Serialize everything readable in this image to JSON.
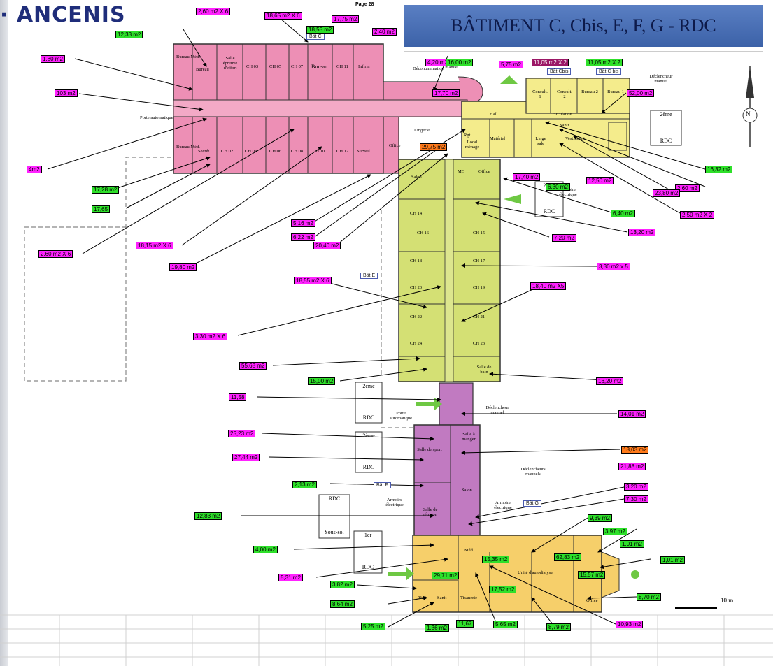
{
  "logo": "· ANCENIS",
  "page_number": "Page 28",
  "title": "BÂTIMENT C, Cbis, E, F, G - RDC",
  "scale_label": "10 m",
  "compass": "N",
  "building_tags": {
    "bat_c": "Bât C",
    "bat_cbis": "Bât Cbis",
    "bat_c_bis2": "Bât C bis",
    "bat_e": "Bât E",
    "bat_f": "Bât F",
    "bat_g": "Bât G"
  },
  "floor_badges": {
    "b1": {
      "top": "2ème",
      "bottom": "RDC"
    },
    "b2": {
      "top": "2ème",
      "bottom": "RDC"
    },
    "b3": {
      "top": "2ème",
      "bottom": "RDC"
    },
    "b4": {
      "top": "2ème",
      "bottom": "RDC"
    },
    "b5": {
      "top": "RDC",
      "bottom": "Sous-sol"
    },
    "b6": {
      "top": "1er",
      "bottom": "RDC"
    }
  },
  "rooms": {
    "bureau_med": "Bureau Méd.",
    "bureau1": "Bureau",
    "salle_effort": "Salle épreuve d'effort",
    "ch03": "CH 03",
    "ch05": "CH 05",
    "ch07": "CH 07",
    "bureau2": "Bureau",
    "ch11": "CH 11",
    "infirm": "Infirm",
    "decontam": "Décontamination",
    "porte_auto1": "Porte automatique",
    "bureau_med2": "Bureau Méd.",
    "secret": "Secrét.",
    "ch02": "CH 02",
    "ch04": "CH 04",
    "ch06": "CH 06",
    "ch08": "CH 08",
    "ch10": "CH 10",
    "ch12": "CH 12",
    "surveil": "Surveil",
    "lingerie": "Lingerie",
    "office1": "Office",
    "rgt": "Rgt",
    "local_menage": "Local ménage",
    "consult1": "Consult. 1",
    "consult2": "Consult. 2",
    "bureau3": "Bureau 2",
    "bureau4": "Bureau 1",
    "hall": "Hall",
    "circulation": "circulation",
    "materiel": "Matériel",
    "linge_sale": "Linge sale",
    "vest_sanit": "Vest./Sanit.",
    "sanit": "Sanit",
    "armoire1": "Armoire électrique",
    "salon1": "Salon",
    "mc": "MC",
    "office2": "Office",
    "ch14": "CH 14",
    "ch16": "CH 16",
    "ch15": "CH 15",
    "ch18": "CH 18",
    "ch17": "CH 17",
    "ch20": "CH 20",
    "ch19": "CH 19",
    "ch22": "CH 22",
    "ch21": "CH 21",
    "ch24": "CH 24",
    "ch23": "CH 23",
    "salle_bain": "Salle de bain",
    "porte_auto2": "Porte automatique",
    "declencheur1": "Déclencheur manuel",
    "declencheur2": "Déclencheur manuel",
    "declencheur3": "Déclencheurs manuel",
    "declencheurs4": "Déclencheurs manuels",
    "salle_sport": "Salle de sport",
    "salle_manger": "Salle à manger",
    "salon2": "Salon",
    "salle_reunion": "Salle de réunion",
    "armoire2": "Armoire électrique",
    "armoire3": "Armoire électrique",
    "med": "Méd.",
    "unite": "Unité d'autodialyse",
    "vest": "Vest.",
    "sanit2": "Sanit",
    "tisanerie": "Tisanerie",
    "office3": "Office"
  },
  "labels": [
    {
      "id": "l1",
      "text": "12,33 m2",
      "c": "g"
    },
    {
      "id": "l2",
      "text": "2,60 m2 X 6",
      "c": "m"
    },
    {
      "id": "l3",
      "text": "18,65 m2 X 6",
      "c": "m"
    },
    {
      "id": "l4",
      "text": "18,55 m2",
      "c": "g"
    },
    {
      "id": "l5",
      "text": "17,75 m2",
      "c": "m"
    },
    {
      "id": "l6",
      "text": "2,40 m2",
      "c": "m"
    },
    {
      "id": "l7",
      "text": "1,80 m2",
      "c": "m"
    },
    {
      "id": "l8",
      "text": "103 m2",
      "c": "m"
    },
    {
      "id": "l9",
      "text": "4,20 m2",
      "c": "m"
    },
    {
      "id": "l10",
      "text": "16,00 m2",
      "c": "g"
    },
    {
      "id": "l11",
      "text": "5,75 m2",
      "c": "m"
    },
    {
      "id": "l12",
      "text": "11,05 m2 X 2",
      "c": "d"
    },
    {
      "id": "l13",
      "text": "11,05 m2 X 2",
      "c": "g"
    },
    {
      "id": "l14",
      "text": "17,70 m2",
      "c": "m"
    },
    {
      "id": "l15",
      "text": "52,00 m2",
      "c": "m"
    },
    {
      "id": "l16",
      "text": "4m2",
      "c": "m"
    },
    {
      "id": "l17",
      "text": "29,75 m2",
      "c": "o"
    },
    {
      "id": "l18",
      "text": "17,28 m2",
      "c": "g"
    },
    {
      "id": "l19",
      "text": "17,65",
      "c": "g"
    },
    {
      "id": "l20",
      "text": "16,32 m2",
      "c": "g"
    },
    {
      "id": "l21",
      "text": "17,40 m2",
      "c": "m"
    },
    {
      "id": "l22",
      "text": "6,30 m2",
      "c": "g"
    },
    {
      "id": "l23",
      "text": "12,50 m2",
      "c": "m"
    },
    {
      "id": "l24",
      "text": "2,60 m2",
      "c": "m"
    },
    {
      "id": "l25",
      "text": "23,80 m2",
      "c": "m"
    },
    {
      "id": "l26",
      "text": "2,50 m2 X 2",
      "c": "m"
    },
    {
      "id": "l27",
      "text": "6,40 m2",
      "c": "g"
    },
    {
      "id": "l28",
      "text": "5,16 m2",
      "c": "m"
    },
    {
      "id": "l29",
      "text": "6,22 m2",
      "c": "m"
    },
    {
      "id": "l30",
      "text": "13,20 m2",
      "c": "m"
    },
    {
      "id": "l31",
      "text": "2,60 m2 X 6",
      "c": "m"
    },
    {
      "id": "l32",
      "text": "18,15 m2 X 6",
      "c": "m"
    },
    {
      "id": "l33",
      "text": "20,40 m2",
      "c": "m"
    },
    {
      "id": "l34",
      "text": "7,20 m2",
      "c": "m"
    },
    {
      "id": "l35",
      "text": "19,80 m2",
      "c": "m"
    },
    {
      "id": "l36",
      "text": "3,30 m2 x 5",
      "c": "m"
    },
    {
      "id": "l37",
      "text": "18,55 m2 X 6",
      "c": "m"
    },
    {
      "id": "l38",
      "text": "18,40 m2 X5",
      "c": "m"
    },
    {
      "id": "l39",
      "text": "3,30 m2 X 6",
      "c": "m"
    },
    {
      "id": "l40",
      "text": "55,68 m2",
      "c": "m"
    },
    {
      "id": "l41",
      "text": "15,00 m2",
      "c": "g"
    },
    {
      "id": "l42",
      "text": "16,20 m2",
      "c": "m"
    },
    {
      "id": "l43",
      "text": "11,58",
      "c": "m"
    },
    {
      "id": "l44",
      "text": "14,01 m2",
      "c": "m"
    },
    {
      "id": "l45",
      "text": "25,23 m2",
      "c": "m"
    },
    {
      "id": "l46",
      "text": "18,03 m2",
      "c": "o"
    },
    {
      "id": "l47",
      "text": "27,44 m2",
      "c": "m"
    },
    {
      "id": "l48",
      "text": "21,88 m2",
      "c": "m"
    },
    {
      "id": "l49",
      "text": "2,13 m2",
      "c": "g"
    },
    {
      "id": "l50",
      "text": "3,20 m2",
      "c": "m"
    },
    {
      "id": "l51",
      "text": "7,30 m2",
      "c": "m"
    },
    {
      "id": "l52",
      "text": "12,83 m2",
      "c": "g"
    },
    {
      "id": "l53",
      "text": "9,39 m2",
      "c": "g"
    },
    {
      "id": "l54",
      "text": "3,97 m2",
      "c": "g"
    },
    {
      "id": "l55",
      "text": "1,01 m2",
      "c": "g"
    },
    {
      "id": "l56",
      "text": "1,01 m2",
      "c": "g"
    },
    {
      "id": "l57",
      "text": "4,00 m2",
      "c": "g"
    },
    {
      "id": "l58",
      "text": "15,35 m2",
      "c": "g"
    },
    {
      "id": "l59",
      "text": "62,83 m2",
      "c": "g"
    },
    {
      "id": "l60",
      "text": "5,31 m2",
      "c": "m"
    },
    {
      "id": "l61",
      "text": "29,71 m2",
      "c": "g"
    },
    {
      "id": "l62",
      "text": "15,57 m2",
      "c": "g"
    },
    {
      "id": "l63",
      "text": "3,82 m2",
      "c": "g"
    },
    {
      "id": "l64",
      "text": "17,52 m2",
      "c": "g"
    },
    {
      "id": "l65",
      "text": "8,70 m2",
      "c": "g"
    },
    {
      "id": "l66",
      "text": "8,64 m2",
      "c": "g"
    },
    {
      "id": "l67",
      "text": "5,25 m2",
      "c": "g"
    },
    {
      "id": "l68",
      "text": "1,36 m2",
      "c": "g"
    },
    {
      "id": "l69",
      "text": "11,67",
      "c": "g"
    },
    {
      "id": "l70",
      "text": "5,65 m2",
      "c": "g"
    },
    {
      "id": "l71",
      "text": "8,79 m2",
      "c": "g"
    },
    {
      "id": "l72",
      "text": "10,93 m2",
      "c": "m"
    }
  ]
}
